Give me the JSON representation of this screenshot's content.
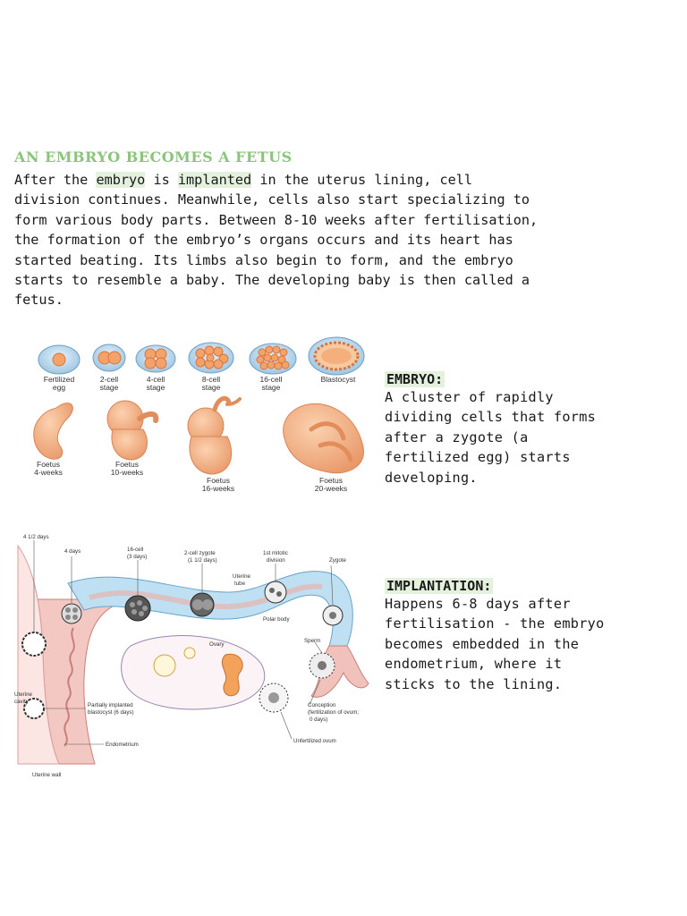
{
  "title": "AN EMBRYO BECOMES A FETUS",
  "intro": {
    "p1": "After the ",
    "hl1": "embryo",
    "p2": " is ",
    "hl2": "implanted",
    "p3": " in the uterus lining, cell\ndivision continues. Meanwhile, cells also start specializing to\nform various body parts. Between 8-10 weeks after fertilisation,\nthe formation of the embryo’s organs occurs and its heart has\nstarted beating. Its limbs also begin to form, and the embryo\nstarts to resemble a baby. The developing baby is then called a\nfetus."
  },
  "embryo": {
    "heading": "EMBRYO:",
    "body": "A cluster of rapidly\ndividing cells that forms\nafter a zygote (a\nfertilized egg) starts\ndeveloping."
  },
  "implantation": {
    "heading": "IMPLANTATION:",
    "body": "Happens 6-8 days after\nfertilisation - the embryo\nbecomes embedded in the\nendometrium, where it\nsticks to the lining."
  },
  "figure_stages": {
    "cells": [
      {
        "l1": "Fertilized",
        "l2": "egg"
      },
      {
        "l1": "2-cell",
        "l2": "stage"
      },
      {
        "l1": "4-cell",
        "l2": "stage"
      },
      {
        "l1": "8-cell",
        "l2": "stage"
      },
      {
        "l1": "16-cell",
        "l2": "stage"
      },
      {
        "l1": "Blastocyst",
        "l2": ""
      }
    ],
    "foetus": [
      {
        "l1": "Foetus",
        "l2": "4-weeks"
      },
      {
        "l1": "Foetus",
        "l2": "10-weeks"
      },
      {
        "l1": "Foetus",
        "l2": "16-weeks"
      },
      {
        "l1": "Foetus",
        "l2": "20-weeks"
      }
    ]
  },
  "figure_implant": {
    "labels": {
      "d45": "4 1/2 days",
      "d4": "4 days",
      "c16a": "16-cell",
      "c16b": "(3 days)",
      "zyg2a": "2-cell zygote",
      "zyg2b": "(1 1/2 days)",
      "mit1": "1st mitotic",
      "mit2": "division",
      "zygote": "Zygote",
      "tube1": "Uterine",
      "tube2": "tube",
      "polar": "Polar body",
      "ovary": "Ovary",
      "sperm": "Sperm",
      "cav1": "Uterine",
      "cav2": "cavity",
      "part1": "Partially implanted",
      "part2": "blastocyst (6 days)",
      "conc1": "Conception",
      "conc2": "(fertilization of ovum;",
      "conc3": "0 days)",
      "endo": "Endometrium",
      "unfert": "Unfertilized ovum",
      "wall": "Uterine wall"
    }
  }
}
